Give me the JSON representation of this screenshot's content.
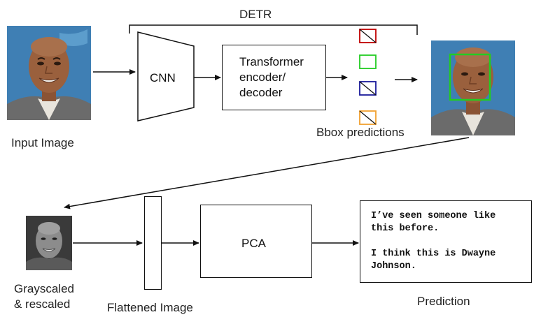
{
  "detr": {
    "title": "DETR",
    "cnn_label": "CNN",
    "transformer_label": "Transformer\nencoder/\ndecoder",
    "bbox_label": "Bbox predictions"
  },
  "input": {
    "label": "Input Image"
  },
  "gray": {
    "label": "Grayscaled\n& rescaled"
  },
  "flatten": {
    "label": "Flattened Image"
  },
  "pca": {
    "label": "PCA"
  },
  "prediction": {
    "label": "Prediction",
    "line1": "I’ve seen someone like\nthis before.",
    "line2": "I think this is Dwayne\nJohnson."
  },
  "colors": {
    "bbox_red": "#c00000",
    "bbox_green": "#22cc22",
    "bbox_blue": "#1a1a9a",
    "bbox_orange": "#f0a030",
    "face_box": "#22cc22"
  }
}
